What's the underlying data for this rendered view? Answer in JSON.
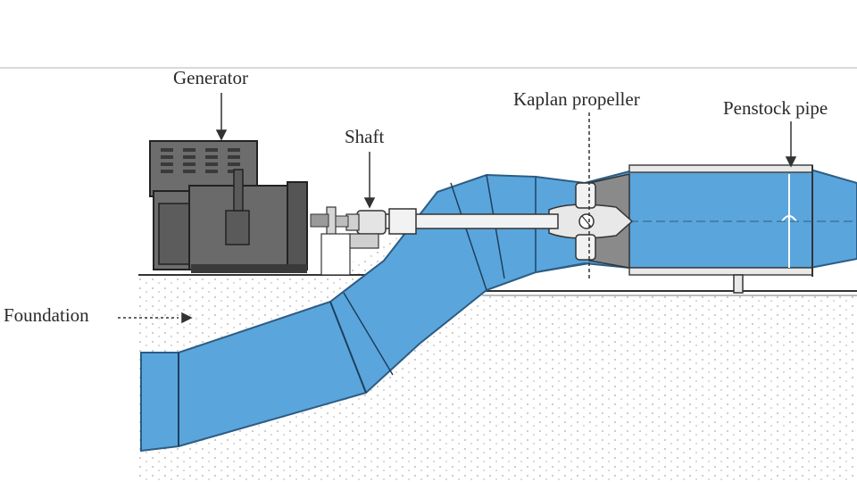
{
  "labels": {
    "generator": "Generator",
    "shaft": "Shaft",
    "kaplan_propeller": "Kaplan propeller",
    "penstock_pipe": "Penstock pipe",
    "foundation": "Foundation"
  },
  "colors": {
    "water": "#5aa6dc",
    "water_dark": "#3d84bd",
    "machine": "#6d6d6d",
    "machine_dark": "#3a3a3a",
    "line": "#222222",
    "ground": "#d8d8d8"
  }
}
